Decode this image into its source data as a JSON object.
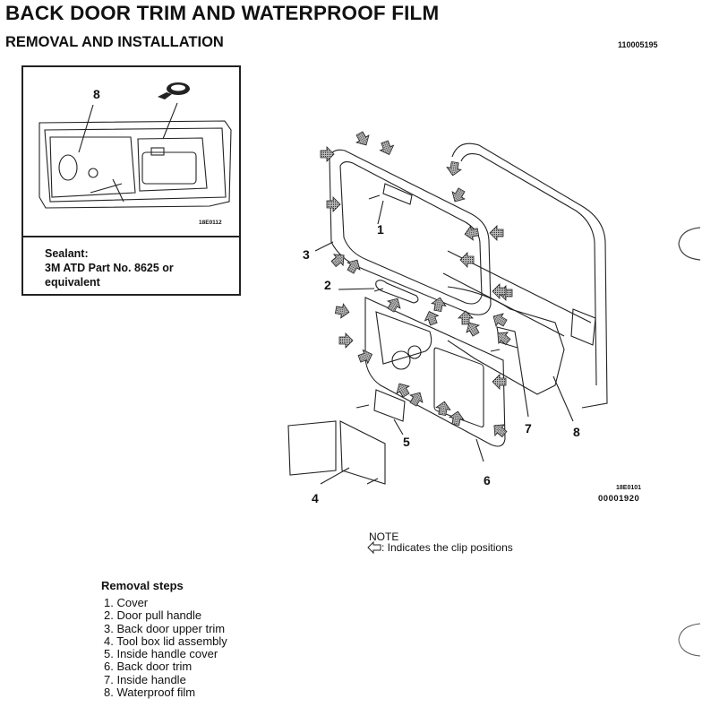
{
  "header": {
    "title": "BACK DOOR TRIM AND WATERPROOF FILM",
    "subtitle": "REMOVAL AND INSTALLATION",
    "document_id": "110005195"
  },
  "inset": {
    "callout": "8",
    "figure_id": "18E0112",
    "sealant_lines": [
      "Sealant:",
      "3M ATD Part No. 8625 or",
      "equivalent"
    ]
  },
  "diagram": {
    "callouts": [
      "1",
      "2",
      "3",
      "4",
      "5",
      "6",
      "7",
      "8"
    ],
    "figure_id": "18E0101",
    "figure_number": "00001920",
    "clip_icon": "clip-position-arrow-icon"
  },
  "note": {
    "title": "NOTE",
    "icon": "hollow-arrow-left-icon",
    "text": ": Indicates the clip positions"
  },
  "removal_steps": {
    "title": "Removal steps",
    "items": [
      "1. Cover",
      "2. Door pull handle",
      "3. Back door upper trim",
      "4. Tool box lid assembly",
      "5. Inside handle cover",
      "6. Back door trim",
      "7. Inside handle",
      "8. Waterproof film"
    ]
  }
}
